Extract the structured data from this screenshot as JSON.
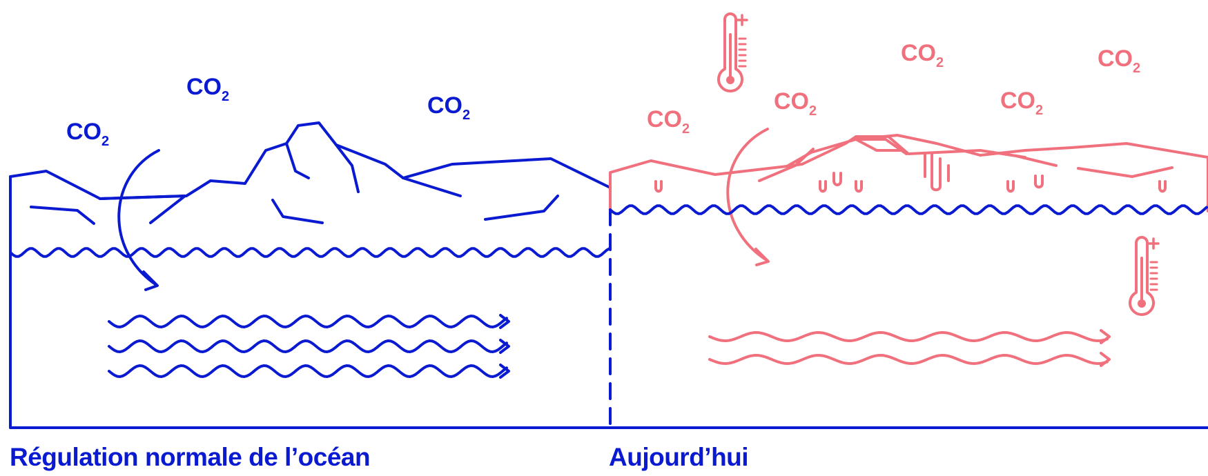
{
  "colors": {
    "normal": "#0a1ad0",
    "today": "#f0717d"
  },
  "icons": [
    "thermometer-icon",
    "thermometer-icon"
  ],
  "normal_panel": {
    "caption": "Régulation normale de l’océan",
    "co2_labels": [
      {
        "main": "CO",
        "sub": "2"
      },
      {
        "main": "CO",
        "sub": "2"
      },
      {
        "main": "CO",
        "sub": "2"
      }
    ],
    "current_arrows": 3
  },
  "today_panel": {
    "caption": "Aujourd’hui",
    "co2_labels": [
      {
        "main": "CO",
        "sub": "2"
      },
      {
        "main": "CO",
        "sub": "2"
      },
      {
        "main": "CO",
        "sub": "2"
      },
      {
        "main": "CO",
        "sub": "2"
      },
      {
        "main": "CO",
        "sub": "2"
      }
    ],
    "current_arrows": 2
  }
}
